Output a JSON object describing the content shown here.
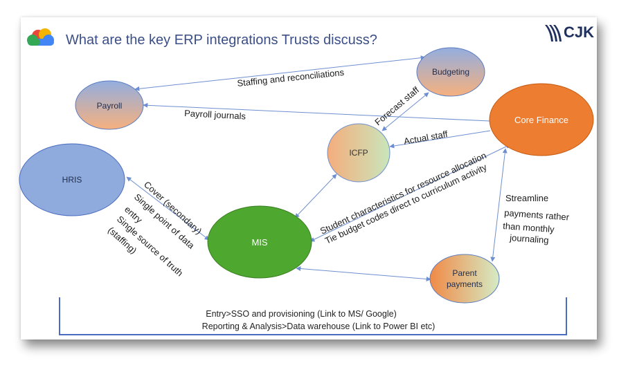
{
  "title": "What are the key ERP integrations Trusts discuss?",
  "logo": {
    "text": "CJK",
    "icon": "cjk-logo-icon",
    "cloud_icon": "cloud-logo-icon"
  },
  "nodes": {
    "budgeting": "Budgeting",
    "payroll": "Payroll",
    "core_finance": "Core Finance",
    "icfp": "ICFP",
    "hris": "HRIS",
    "mis": "MIS",
    "parent_payments_1": "Parent",
    "parent_payments_2": "payments"
  },
  "edge_labels": {
    "staffing": "Staffing and reconciliations",
    "payroll_journals": "Payroll journals",
    "forecast_staff": "Forecast staff",
    "actual_staff": "Actual staff",
    "student_1": "Student characteristics for resource allocation",
    "student_2": "Tie budget codes direct to curriculum activity",
    "streamline_1": "Streamline",
    "streamline_2": "payments rather",
    "streamline_3": "than monthly",
    "streamline_4": "journaling",
    "cover": "Cover (secondary)",
    "single_point_1": "Single point of data",
    "single_point_2": "entry",
    "single_source_1": "Single source of truth",
    "single_source_2": "(staffing)"
  },
  "footer": {
    "line1": "Entry>SSO and provisioning (Link to MS/ Google)",
    "line2": "Reporting & Analysis>Data warehouse (Link to Power BI etc)"
  },
  "colors": {
    "title": "#3b4f86",
    "arrow": "#6d8ed0",
    "core_finance": "#ed7d31",
    "mis": "#4ea72e",
    "blue_node": "#8faadc",
    "orange_node": "#f4b183",
    "green_node": "#c5e0b4"
  }
}
